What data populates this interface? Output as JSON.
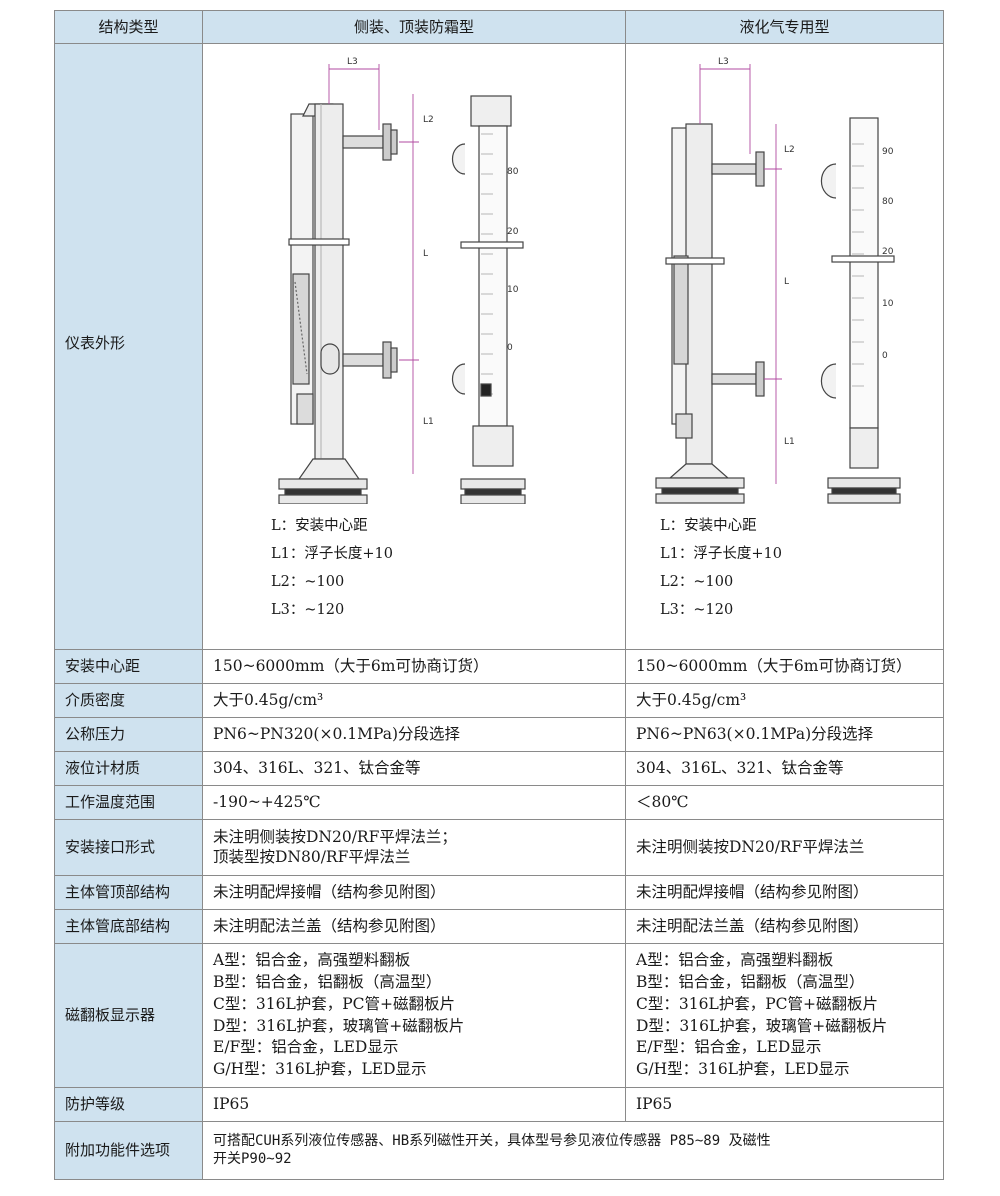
{
  "header": {
    "col1": "结构类型",
    "col2": "侧装、顶装防霜型",
    "col3": "液化气专用型"
  },
  "appearance": {
    "label": "仪表外形",
    "left_legend": [
      "L：安装中心距",
      "L1：浮子长度+10",
      "L2：~100",
      "L3：~120"
    ],
    "right_legend": [
      "L：安装中心距",
      "L1：浮子长度+10",
      "L2：~100",
      "L3：~120"
    ],
    "dim_labels": {
      "l": "L",
      "l1": "L1",
      "l2": "L2",
      "l3": "L3"
    },
    "left_scale": [
      "80",
      "20",
      "10",
      "0"
    ],
    "right_scale": [
      "90",
      "80",
      "20",
      "10",
      "0"
    ]
  },
  "rows": [
    {
      "key": "安装中心距",
      "left": [
        "150~6000mm（大于6m可协商订货）"
      ],
      "right": [
        "150~6000mm（大于6m可协商订货）"
      ]
    },
    {
      "key": "介质密度",
      "left": [
        "大于0.45g/cm³"
      ],
      "right": [
        "大于0.45g/cm³"
      ]
    },
    {
      "key": "公称压力",
      "left": [
        "PN6~PN320(×0.1MPa)分段选择"
      ],
      "right": [
        "PN6~PN63(×0.1MPa)分段选择"
      ]
    },
    {
      "key": "液位计材质",
      "left": [
        "304、316L、321、钛合金等"
      ],
      "right": [
        "304、316L、321、钛合金等"
      ]
    },
    {
      "key": "工作温度范围",
      "left": [
        "-190~+425℃"
      ],
      "right": [
        "＜80℃"
      ]
    },
    {
      "key": "安装接口形式",
      "left": [
        "未注明侧装按DN20/RF平焊法兰；",
        "顶装型按DN80/RF平焊法兰"
      ],
      "right": [
        "未注明侧装按DN20/RF平焊法兰"
      ]
    },
    {
      "key": "主体管顶部结构",
      "left": [
        "未注明配焊接帽（结构参见附图）"
      ],
      "right": [
        "未注明配焊接帽（结构参见附图）"
      ]
    },
    {
      "key": "主体管底部结构",
      "left": [
        "未注明配法兰盖（结构参见附图）"
      ],
      "right": [
        "未注明配法兰盖（结构参见附图）"
      ]
    },
    {
      "key": "磁翻板显示器",
      "left": [
        "A型：铝合金，高强塑料翻板",
        "B型：铝合金，铝翻板（高温型）",
        "C型：316L护套，PC管+磁翻板片",
        "D型：316L护套，玻璃管+磁翻板片",
        "E/F型：铝合金，LED显示",
        "G/H型：316L护套，LED显示"
      ],
      "right": [
        "A型：铝合金，高强塑料翻板",
        "B型：铝合金，铝翻板（高温型）",
        "C型：316L护套，PC管+磁翻板片",
        "D型：316L护套，玻璃管+磁翻板片",
        "E/F型：铝合金，LED显示",
        "G/H型：316L护套，LED显示"
      ]
    },
    {
      "key": "防护等级",
      "left": [
        "IP65"
      ],
      "right": [
        "IP65"
      ]
    }
  ],
  "extra": {
    "key": "附加功能件选项",
    "lines": [
      "可搭配CUH系列液位传感器、HB系列磁性开关，具体型号参见液位传感器 P85~89 及磁性",
      "开关P90~92"
    ]
  },
  "colors": {
    "header_bg": "#cfe2ef",
    "border": "#8a8a8a",
    "dimension_line": "#b04aa0"
  }
}
